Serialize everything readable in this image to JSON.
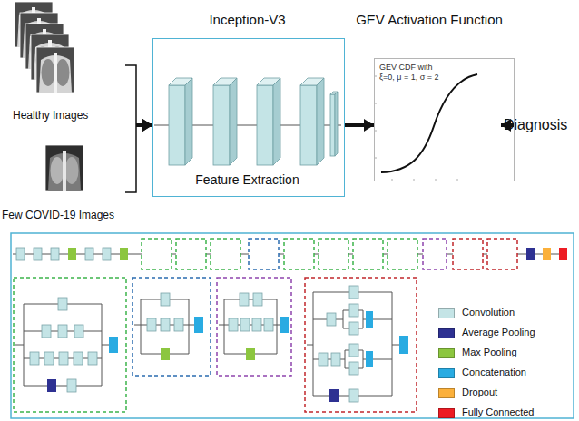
{
  "diagram": {
    "nodes": [
      {
        "text": [
          "Healthy Images"
        ]
      },
      {
        "text": [
          "Few COVID-19 Images"
        ]
      },
      {
        "text": [
          "Inception-V3",
          "Feature Extraction"
        ]
      },
      {
        "text": [
          "GEV Activation Function",
          "GEV CDF with ξ=0, μ = 1, σ = 2"
        ]
      },
      {
        "text": [
          "Diagnosis"
        ]
      }
    ],
    "edges": [
      {
        "from": 0,
        "to": 2,
        "arrow": "to"
      },
      {
        "from": 1,
        "to": 2,
        "arrow": "to"
      },
      {
        "from": 2,
        "to": 3,
        "arrow": "to"
      },
      {
        "from": 3,
        "to": 4,
        "arrow": "to"
      }
    ],
    "legend": [
      {
        "text": "Convolution",
        "color": "#c4e4e6"
      },
      {
        "text": "Average Pooling",
        "color": "#2e3192"
      },
      {
        "text": "Max Pooling",
        "color": "#8cc63f"
      },
      {
        "text": "Concatenation",
        "color": "#29abe2"
      },
      {
        "text": "Dropout",
        "color": "#fbb03b"
      },
      {
        "text": "Fully Connected",
        "color": "#ed1c24"
      }
    ]
  }
}
